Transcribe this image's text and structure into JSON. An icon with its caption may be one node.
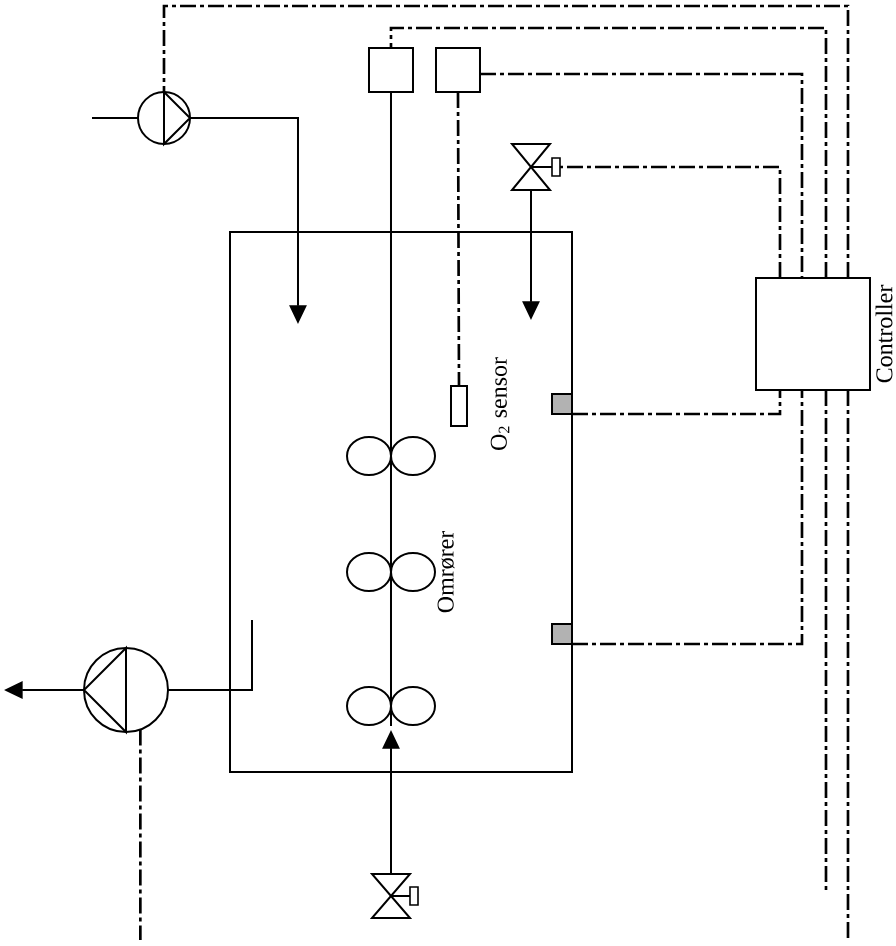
{
  "diagram": {
    "nodes": [
      {
        "text": [],
        "shape": "circle"
      },
      {
        "text": [],
        "shape": "box"
      },
      {
        "text": [],
        "shape": "box"
      },
      {
        "text": [],
        "shape": "valve"
      },
      {
        "text": [],
        "shape": "box"
      },
      {
        "text": [],
        "shape": "box",
        "in": 4,
        "beside": [
          "O$_{2}$ sensor"
        ]
      },
      {
        "text": [],
        "shape": "box",
        "in": 4
      },
      {
        "text": [],
        "shape": "box",
        "in": 4
      },
      {
        "text": [
          "Controller"
        ]
      },
      {
        "text": [],
        "shape": "circle"
      },
      {
        "text": [],
        "shape": "valve"
      }
    ],
    "edges": [
      {
        "from": null,
        "to": 0,
        "arrow": "none"
      },
      {
        "from": 0,
        "to": 4,
        "arrow": "to"
      },
      {
        "from": 3,
        "to": 4,
        "arrow": "to"
      },
      {
        "from": 10,
        "to": 4,
        "arrow": "to"
      },
      {
        "from": 4,
        "to": 9,
        "arrow": "none"
      },
      {
        "from": 9,
        "to": null,
        "arrow": "to"
      },
      {
        "from": 8,
        "to": 0,
        "arrow": "none",
        "style": "dashed"
      },
      {
        "from": 8,
        "to": 1,
        "arrow": "none",
        "style": "dashed"
      },
      {
        "from": 2,
        "to": 8,
        "arrow": "none",
        "style": "dashed"
      },
      {
        "from": 8,
        "to": 3,
        "arrow": "none",
        "style": "dashed"
      },
      {
        "from": 6,
        "to": 8,
        "arrow": "none",
        "style": "dashed"
      },
      {
        "from": 7,
        "to": 8,
        "arrow": "none",
        "style": "dashed"
      },
      {
        "from": 2,
        "to": 5,
        "arrow": "none",
        "style": "dashed"
      },
      {
        "from": 8,
        "to": null,
        "arrow": "none",
        "style": "dashed"
      },
      {
        "from": 8,
        "to": null,
        "arrow": "none",
        "style": "dashed"
      },
      {
        "from": 9,
        "to": null,
        "arrow": "none",
        "style": "dashed"
      }
    ],
    "labels": [
      "Omrører"
    ]
  }
}
